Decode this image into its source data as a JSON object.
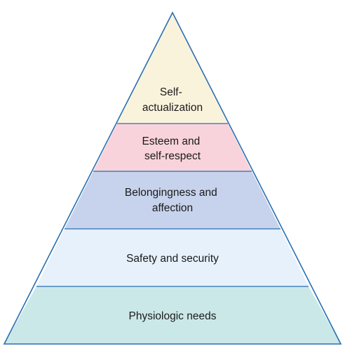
{
  "pyramid": {
    "tiers": [
      {
        "lines": [
          "Self-",
          "actualization"
        ],
        "fill": "#faf3dc"
      },
      {
        "lines": [
          "Esteem and",
          "self-respect"
        ],
        "fill": "#f9d3db"
      },
      {
        "lines": [
          "Belongingness and",
          "affection"
        ],
        "fill": "#c7d3ec"
      },
      {
        "lines": [
          "Safety and security"
        ],
        "fill": "#e6f1fb"
      },
      {
        "lines": [
          "Physiologic needs"
        ],
        "fill": "#cbe8e8"
      }
    ],
    "stroke_color": "#2a6fb0"
  }
}
